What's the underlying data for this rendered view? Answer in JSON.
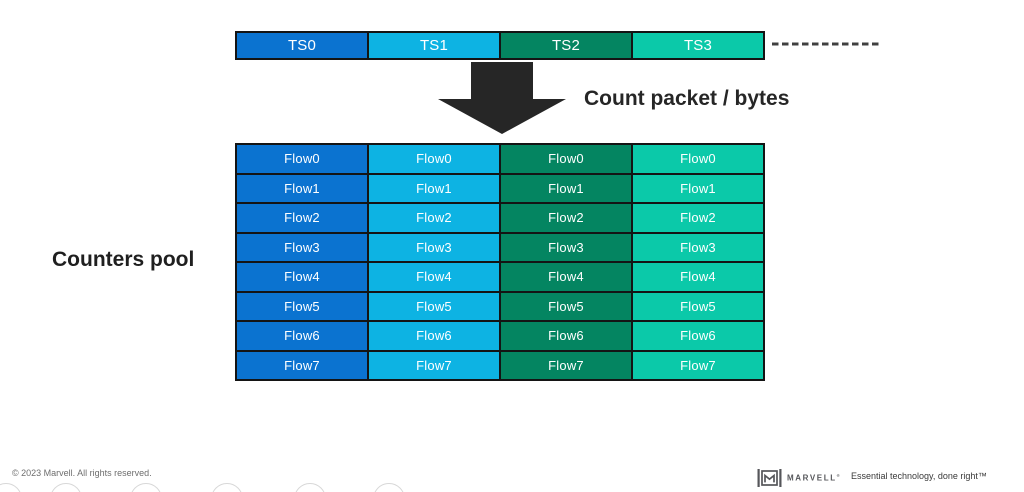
{
  "timeslot_bar": {
    "slots": [
      {
        "label": "TS0",
        "color": "#0b73d0"
      },
      {
        "label": "TS1",
        "color": "#0db3e3"
      },
      {
        "label": "TS2",
        "color": "#048561"
      },
      {
        "label": "TS3",
        "color": "#0bc9a9"
      }
    ],
    "trailing_dashes_color": "#404040"
  },
  "arrow": {
    "color": "#262626",
    "label": "Count packet / bytes"
  },
  "counters_pool": {
    "label": "Counters pool",
    "columns": [
      {
        "timeslot": "TS0",
        "color": "#0b73d0",
        "flows": [
          "Flow0",
          "Flow1",
          "Flow2",
          "Flow3",
          "Flow4",
          "Flow5",
          "Flow6",
          "Flow7"
        ]
      },
      {
        "timeslot": "TS1",
        "color": "#0db3e3",
        "flows": [
          "Flow0",
          "Flow1",
          "Flow2",
          "Flow3",
          "Flow4",
          "Flow5",
          "Flow6",
          "Flow7"
        ]
      },
      {
        "timeslot": "TS2",
        "color": "#048561",
        "flows": [
          "Flow0",
          "Flow1",
          "Flow2",
          "Flow3",
          "Flow4",
          "Flow5",
          "Flow6",
          "Flow7"
        ]
      },
      {
        "timeslot": "TS3",
        "color": "#0bc9a9",
        "flows": [
          "Flow0",
          "Flow1",
          "Flow2",
          "Flow3",
          "Flow4",
          "Flow5",
          "Flow6",
          "Flow7"
        ]
      }
    ]
  },
  "footer": {
    "copyright": "© 2023 Marvell. All rights reserved.",
    "brand": "MARVELL",
    "brand_reg": "®",
    "tagline": "Essential technology, done right™"
  }
}
